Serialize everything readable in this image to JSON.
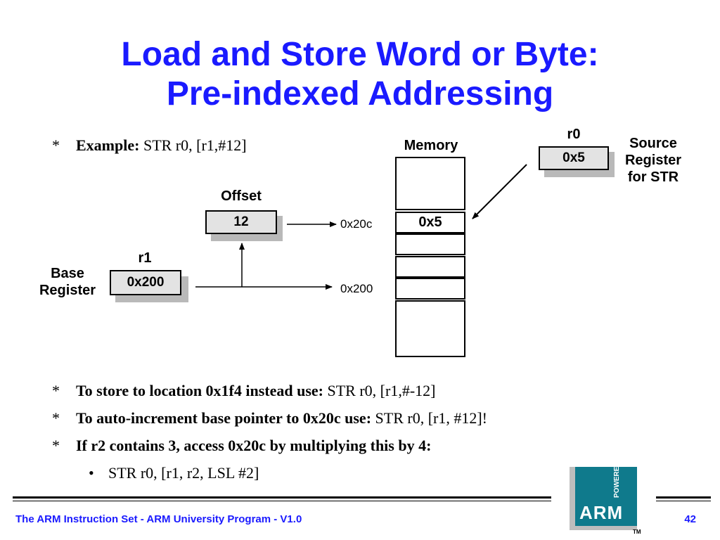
{
  "title": {
    "line1": "Load and Store Word or Byte:",
    "line2": "Pre-indexed Addressing"
  },
  "example": {
    "bullet": "*",
    "label": "Example:",
    "code": "STR r0, [r1,#12]"
  },
  "diagram": {
    "offset": {
      "title": "Offset",
      "value": "12"
    },
    "base": {
      "name": "r1",
      "value": "0x200",
      "caption_line1": "Base",
      "caption_line2": "Register"
    },
    "source": {
      "name": "r0",
      "value": "0x5",
      "caption_line1": "Source",
      "caption_line2": "Register",
      "caption_line3": "for STR"
    },
    "memory": {
      "title": "Memory",
      "stored_value": "0x5"
    },
    "addr_high": "0x20c",
    "addr_base": "0x200"
  },
  "bullets": [
    {
      "star": "*",
      "bold": "To store to location 0x1f4 instead use:",
      "code": "STR r0, [r1,#-12]"
    },
    {
      "star": "*",
      "bold": "To auto-increment base pointer to 0x20c use:",
      "code": "STR r0, [r1, #12]!"
    },
    {
      "star": "*",
      "bold": "If r2 contains 3, access 0x20c by multiplying this by 4:",
      "code": ""
    }
  ],
  "sub_bullet": {
    "dot": "•",
    "code": "STR r0, [r1, r2, LSL #2]"
  },
  "footer": {
    "text": "The ARM Instruction Set - ARM University Program - V1.0",
    "page": "42",
    "logo_text": "ARM",
    "logo_powered": "POWERED",
    "logo_tm": "TM"
  },
  "colors": {
    "title": "#1a1aff",
    "logo": "#0f7a8c"
  }
}
